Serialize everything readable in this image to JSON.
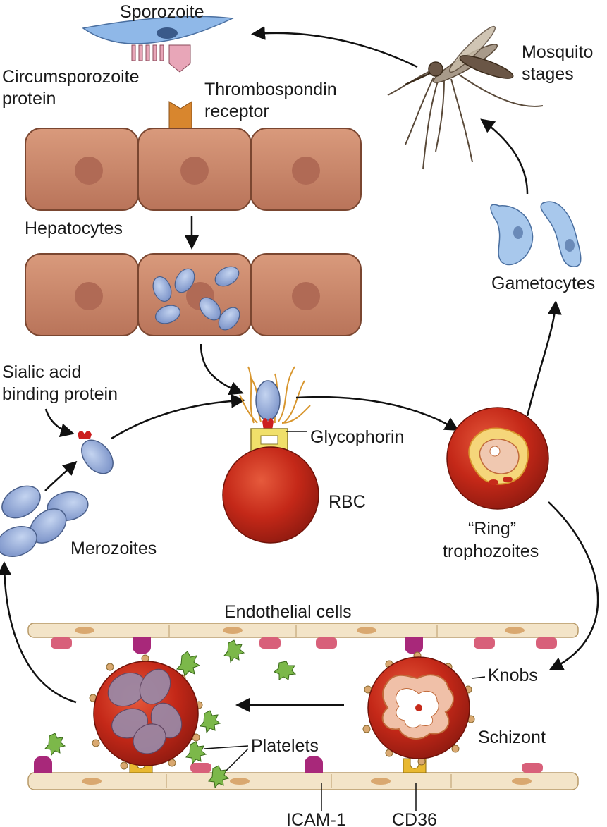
{
  "labels": {
    "sporozoite": "Sporozoite",
    "csp_line1": "Circumsporozoite",
    "csp_line2": "protein",
    "thrombo_line1": "Thrombospondin",
    "thrombo_line2": "receptor",
    "mosquito_line1": "Mosquito",
    "mosquito_line2": "stages",
    "hepatocytes": "Hepatocytes",
    "gametocytes": "Gametocytes",
    "sialic_line1": "Sialic acid",
    "sialic_line2": "binding protein",
    "glycophorin": "Glycophorin",
    "rbc": "RBC",
    "ring_line1": "“Ring”",
    "ring_line2": "trophozoites",
    "merozoites": "Merozoites",
    "endothelial": "Endothelial cells",
    "knobs": "Knobs",
    "schizont": "Schizont",
    "platelets": "Platelets",
    "icam": "ICAM-1",
    "cd36": "CD36"
  },
  "colors": {
    "hepatocyte": "#c8866a",
    "rbc": "#c62a1a",
    "parasite": "#8fa8d8",
    "endothelium": "#f3e4c8",
    "platelet": "#7cb84a",
    "icam": "#a8287a",
    "cd36": "#e8b830",
    "receptor": "#d8862e"
  }
}
